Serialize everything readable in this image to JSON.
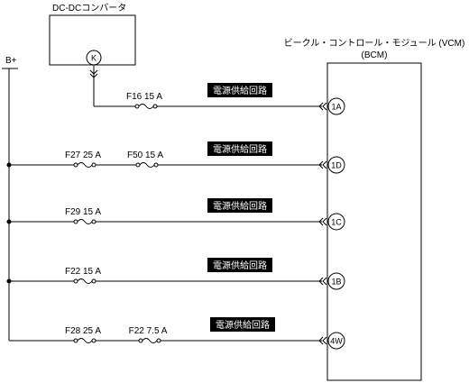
{
  "dcdc": {
    "title": "DC-DCコンバータ",
    "connector": "K"
  },
  "bplus": "B+",
  "vcm": {
    "title": "ビークル・コントロール・モジュール (VCM)",
    "subtitle": "(BCM)"
  },
  "circuits": [
    {
      "tag": "電源供給回路",
      "pin": "1A",
      "fuses": [
        "F16 15 A"
      ]
    },
    {
      "tag": "電源供給回路",
      "pin": "1D",
      "fuses": [
        "F27 25 A",
        "F50 15 A"
      ]
    },
    {
      "tag": "電源供給回路",
      "pin": "1C",
      "fuses": [
        "F29 15 A"
      ]
    },
    {
      "tag": "電源供給回路",
      "pin": "1B",
      "fuses": [
        "F22 15 A"
      ]
    },
    {
      "tag": "電源供給回路",
      "pin": "4W",
      "fuses": [
        "F28 25 A",
        "F22 7.5 A"
      ]
    }
  ]
}
